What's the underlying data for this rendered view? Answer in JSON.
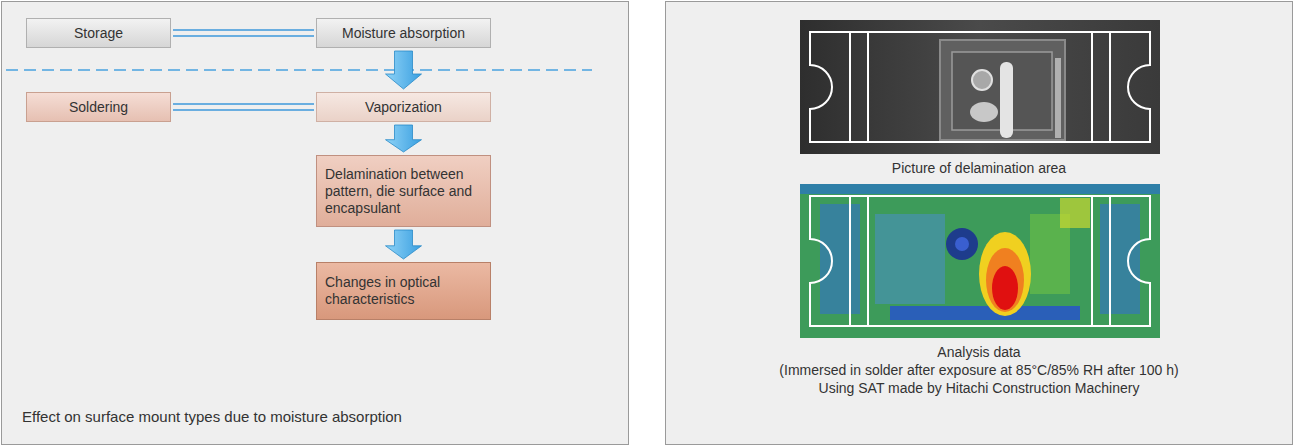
{
  "diagram": {
    "nodes": [
      {
        "text": [
          "Storage"
        ]
      },
      {
        "text": [
          "Moisture absorption"
        ]
      },
      {
        "text": [
          "Soldering"
        ]
      },
      {
        "text": [
          "Vaporization"
        ]
      },
      {
        "text": [
          "Delamination between pattern, die surface and encapsulant"
        ]
      },
      {
        "text": [
          "Changes in optical characteristics"
        ]
      }
    ],
    "edges": [
      {
        "from": 0,
        "to": 1,
        "arrow": "none"
      },
      {
        "from": 2,
        "to": 3,
        "arrow": "none"
      },
      {
        "from": 1,
        "to": 3,
        "arrow": "to"
      },
      {
        "from": 3,
        "to": 4,
        "arrow": "to"
      },
      {
        "from": 4,
        "to": 5,
        "arrow": "to"
      }
    ],
    "labels": [
      "Effect on surface mount types due to moisture absorption",
      "Picture of delamination area",
      "Analysis data",
      "(Immersed in solder after exposure at 85°C/85% RH after 100 h)",
      "Using SAT made by Hitachi Construction Machinery"
    ]
  }
}
